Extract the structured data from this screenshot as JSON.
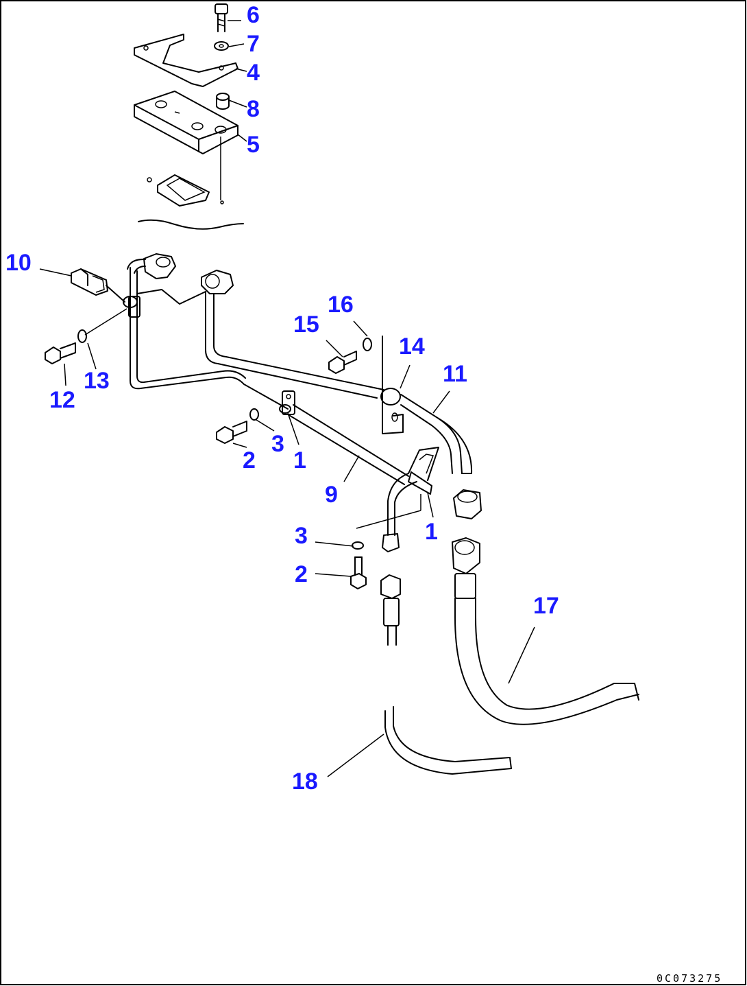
{
  "callouts": {
    "c6": "6",
    "c7": "7",
    "c4": "4",
    "c8": "8",
    "c5": "5",
    "c10": "10",
    "c16": "16",
    "c15": "15",
    "c14": "14",
    "c11": "11",
    "c13": "13",
    "c12": "12",
    "c3a": "3",
    "c2a": "2",
    "c1a": "1",
    "c9": "9",
    "c3b": "3",
    "c1b": "1",
    "c2b": "2",
    "c17": "17",
    "c18": "18"
  },
  "drawing_code": "0C073275"
}
